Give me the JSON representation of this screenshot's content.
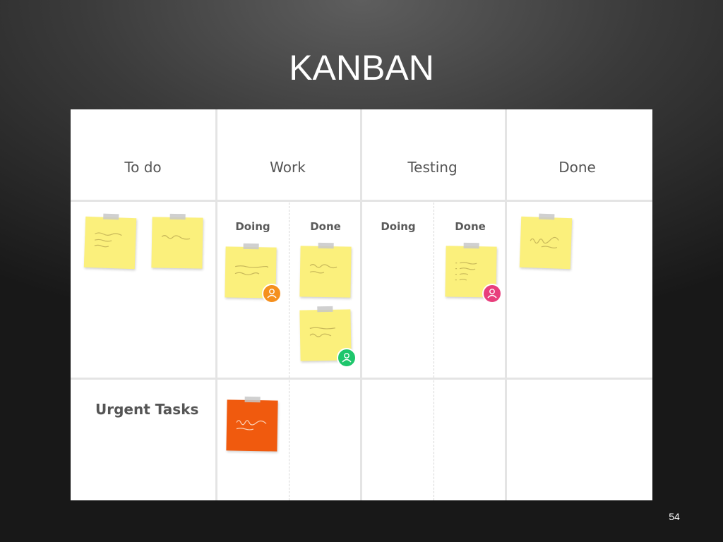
{
  "slide": {
    "title": "KANBAN",
    "page_number": "54"
  },
  "board": {
    "columns": [
      "To do",
      "Work",
      "Testing",
      "Done"
    ],
    "subcolumns": {
      "work": [
        "Doing",
        "Done"
      ],
      "testing": [
        "Doing",
        "Done"
      ]
    },
    "swimlanes": [
      "Urgent Tasks"
    ]
  },
  "colors": {
    "note": "#fbf07c",
    "urgent_note": "#f05a0e",
    "avatar_orange": "#f5901e",
    "avatar_green": "#1ec66c",
    "avatar_pink": "#e83e7c"
  }
}
